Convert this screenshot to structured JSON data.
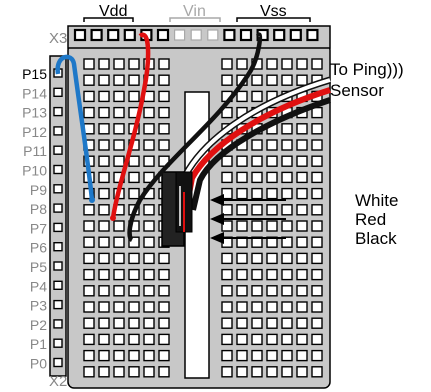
{
  "header_labels": {
    "vdd": "Vdd",
    "vin": "Vin",
    "vss": "Vss"
  },
  "connector_labels": {
    "top": "X3",
    "bottom": "X2"
  },
  "pin_labels": [
    "P15",
    "P14",
    "P13",
    "P12",
    "P11",
    "P10",
    "P9",
    "P8",
    "P7",
    "P6",
    "P5",
    "P4",
    "P3",
    "P2",
    "P1",
    "P0"
  ],
  "cable": {
    "line1": "To Ping)))",
    "line2": "Sensor"
  },
  "wire_labels": {
    "white": "White",
    "red": "Red",
    "black": "Black"
  },
  "colors": {
    "board_gray": "#c8c8c8",
    "wire_blue": "#1e78c8",
    "wire_red": "#e01010",
    "wire_black": "#111111",
    "vin_gray": "#a8a8a8",
    "label_gray": "#888888",
    "text_black": "#000000"
  }
}
